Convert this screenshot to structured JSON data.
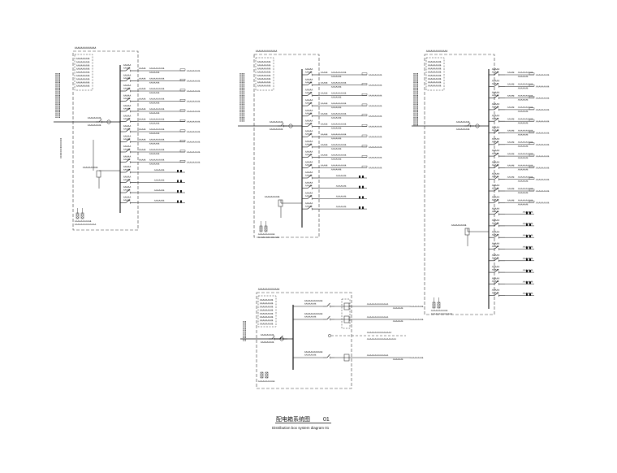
{
  "drawing": {
    "title_cn": "配电箱系统图",
    "title_no": "01",
    "title_en": "Distribution box system diagram 01"
  },
  "colors": {
    "line": "#111111",
    "dashed_box": "#333333",
    "background": "#ffffff"
  },
  "panels": [
    {
      "id": "panel-1",
      "circuits": 14
    },
    {
      "id": "panel-2",
      "circuits": 14
    },
    {
      "id": "panel-3",
      "circuits": 20
    },
    {
      "id": "panel-4",
      "circuits": 4
    }
  ]
}
